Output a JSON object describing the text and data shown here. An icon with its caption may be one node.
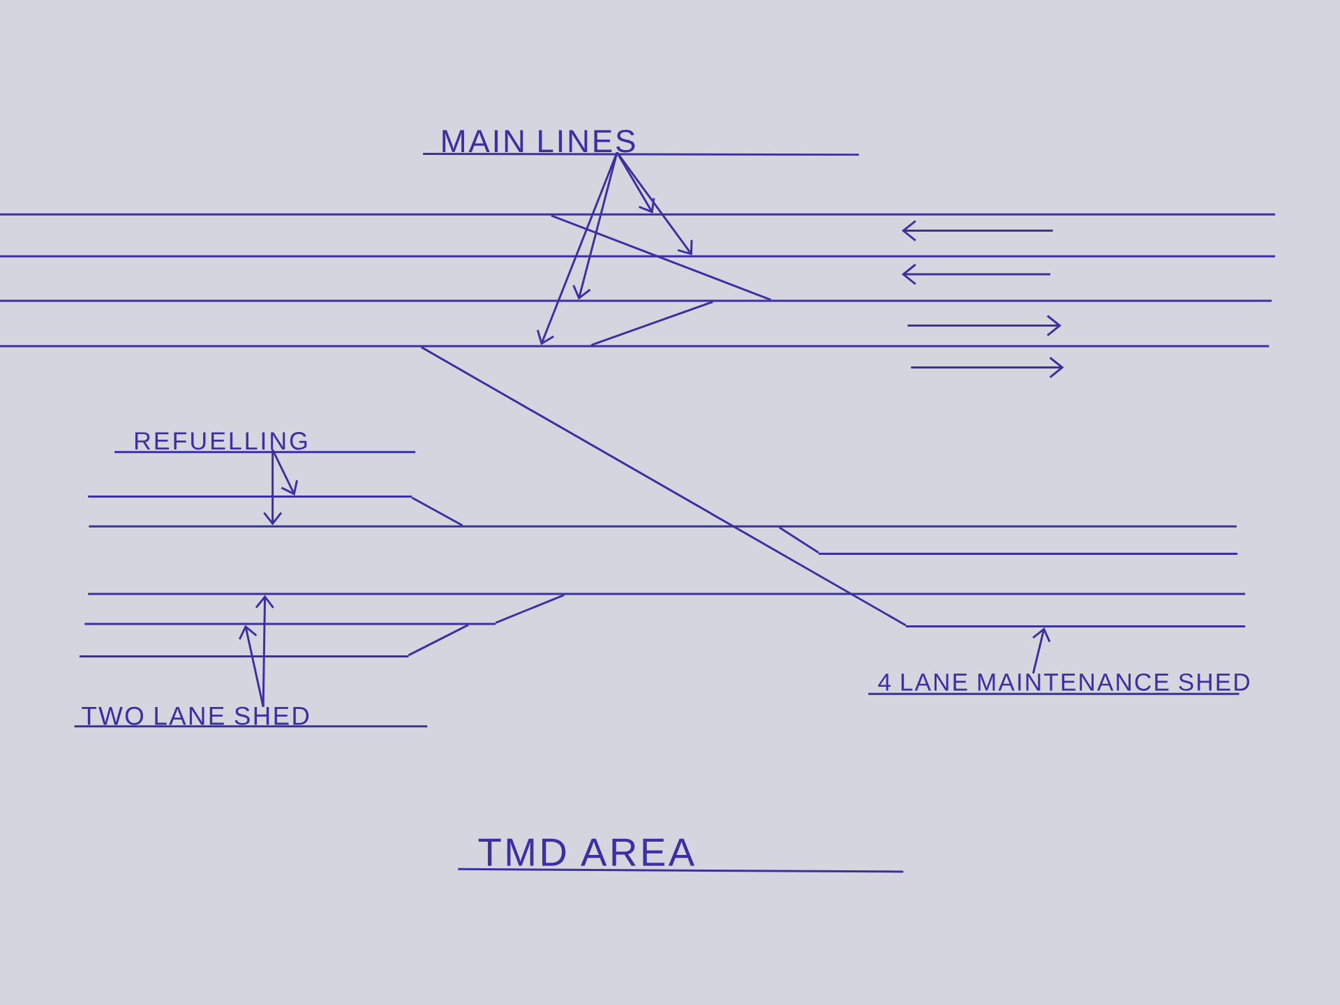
{
  "diagram": {
    "title": "TMD AREA",
    "nodes": [
      {
        "text": [
          "MAIN LINES"
        ]
      },
      {
        "text": [],
        "shape": "line"
      },
      {
        "text": [],
        "shape": "line"
      },
      {
        "text": [],
        "shape": "line"
      },
      {
        "text": [],
        "shape": "line"
      },
      {
        "text": [
          "REFUELLING"
        ]
      },
      {
        "text": [],
        "shape": "line"
      },
      {
        "text": [],
        "shape": "line"
      },
      {
        "text": [],
        "shape": "line"
      },
      {
        "text": [],
        "shape": "line"
      },
      {
        "text": [],
        "shape": "line"
      },
      {
        "text": [],
        "shape": "line"
      },
      {
        "text": [],
        "shape": "line"
      },
      {
        "text": [
          "4 LANE MAINTENANCE SHED"
        ]
      },
      {
        "text": [
          "TWO LANE SHED"
        ]
      }
    ],
    "edges": [
      {
        "from": 0,
        "to": 4,
        "arrow": "to"
      },
      {
        "from": 0,
        "to": 3,
        "arrow": "to"
      },
      {
        "from": 0,
        "to": 1,
        "arrow": "to"
      },
      {
        "from": 0,
        "to": 2,
        "arrow": "to"
      },
      {
        "from": 5,
        "to": 7,
        "arrow": "to"
      },
      {
        "from": 5,
        "to": 6,
        "arrow": "to"
      },
      {
        "from": 14,
        "to": 10,
        "arrow": "to"
      },
      {
        "from": 14,
        "to": 9,
        "arrow": "to"
      },
      {
        "from": 13,
        "to": 11,
        "arrow": "to"
      },
      {
        "from": 1,
        "to": 3,
        "arrow": "none"
      },
      {
        "from": 4,
        "to": 3,
        "arrow": "none"
      },
      {
        "from": 4,
        "to": 11,
        "arrow": "none"
      },
      {
        "from": 6,
        "to": 7,
        "arrow": "none"
      },
      {
        "from": 7,
        "to": 8,
        "arrow": "none"
      },
      {
        "from": 10,
        "to": 9,
        "arrow": "none"
      },
      {
        "from": 12,
        "to": 10,
        "arrow": "none"
      }
    ]
  }
}
